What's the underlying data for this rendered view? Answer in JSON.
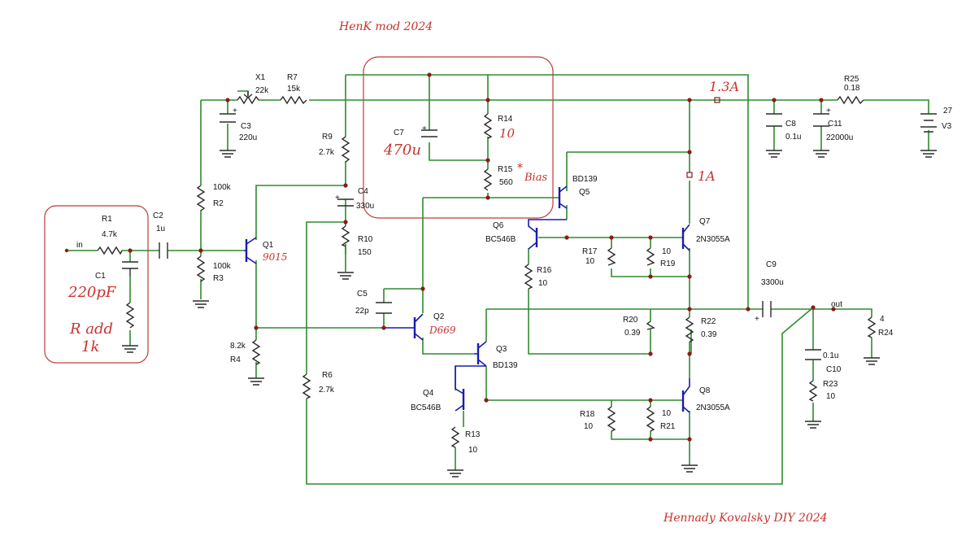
{
  "title": "HenK mod 2024",
  "author": "Hennady Kovalsky DIY 2024",
  "annotations": {
    "current_main": "1.3A",
    "current_q5": "1A",
    "c1_value": "220pF",
    "r_add_line1": "R add",
    "r_add_line2": "1k",
    "c7_value": "470u",
    "r14_value": "10",
    "bias_star": "*",
    "bias": "Bias",
    "q1_type": "9015",
    "q2_type": "D669"
  },
  "components": {
    "R1": {
      "name": "R1",
      "value": "4.7k"
    },
    "C1": {
      "name": "C1"
    },
    "C2": {
      "name": "C2",
      "value": "1u"
    },
    "R2": {
      "name": "R2",
      "value": "100k"
    },
    "R3": {
      "name": "R3",
      "value": "100k"
    },
    "X1": {
      "name": "X1",
      "value": "22k"
    },
    "R7": {
      "name": "R7",
      "value": "15k"
    },
    "C3": {
      "name": "C3",
      "value": "220u"
    },
    "Q1": {
      "name": "Q1"
    },
    "R4": {
      "name": "R4",
      "value": "8.2k"
    },
    "R9": {
      "name": "R9",
      "value": "2.7k"
    },
    "C4": {
      "name": "C4",
      "value": "330u"
    },
    "R10": {
      "name": "R10",
      "value": "150"
    },
    "C7": {
      "name": "C7"
    },
    "R14": {
      "name": "R14"
    },
    "R15": {
      "name": "R15",
      "value": "560"
    },
    "C5": {
      "name": "C5",
      "value": "22p"
    },
    "Q2": {
      "name": "Q2"
    },
    "R6": {
      "name": "R6",
      "value": "2.7k"
    },
    "Q5": {
      "name": "Q5",
      "type": "BD139"
    },
    "Q6": {
      "name": "Q6",
      "type": "BC546B"
    },
    "R16": {
      "name": "R16",
      "value": "10"
    },
    "R17": {
      "name": "R17",
      "value": "10"
    },
    "R19": {
      "name": "R19",
      "value": "10"
    },
    "Q7": {
      "name": "Q7",
      "type": "2N3055A"
    },
    "Q3": {
      "name": "Q3",
      "type": "BD139"
    },
    "Q4": {
      "name": "Q4",
      "type": "BC546B"
    },
    "R13": {
      "name": "R13",
      "value": "10"
    },
    "R18": {
      "name": "R18",
      "value": "10"
    },
    "R21": {
      "name": "R21",
      "value": "10"
    },
    "Q8": {
      "name": "Q8",
      "type": "2N3055A"
    },
    "R20": {
      "name": "R20",
      "value": "0.39"
    },
    "R22": {
      "name": "R22",
      "value": "0.39"
    },
    "C9": {
      "name": "C9",
      "value": "3300u"
    },
    "C8": {
      "name": "C8",
      "value": "0.1u"
    },
    "C11": {
      "name": "C11",
      "value": "22000u"
    },
    "R25": {
      "name": "R25",
      "value": "0.18"
    },
    "V3": {
      "name": "V3",
      "value": "27"
    },
    "C10": {
      "name": "C10",
      "value": "0.1u"
    },
    "R23": {
      "name": "R23",
      "value": "10"
    },
    "R24": {
      "name": "R24",
      "value": "4"
    }
  },
  "nets": {
    "in": "in",
    "out": "out"
  },
  "polarity": "+"
}
